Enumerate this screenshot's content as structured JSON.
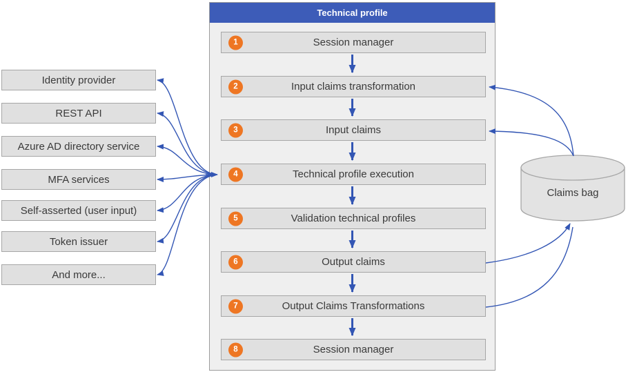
{
  "title": "Technical profile",
  "steps": [
    {
      "num": "1",
      "label": "Session manager"
    },
    {
      "num": "2",
      "label": "Input claims transformation"
    },
    {
      "num": "3",
      "label": "Input claims"
    },
    {
      "num": "4",
      "label": "Technical profile execution"
    },
    {
      "num": "5",
      "label": "Validation technical profiles"
    },
    {
      "num": "6",
      "label": "Output claims"
    },
    {
      "num": "7",
      "label": "Output Claims Transformations"
    },
    {
      "num": "8",
      "label": "Session manager"
    }
  ],
  "providers": [
    {
      "label": "Identity provider"
    },
    {
      "label": "REST API"
    },
    {
      "label": "Azure AD directory service"
    },
    {
      "label": "MFA services"
    },
    {
      "label": "Self-asserted (user input)"
    },
    {
      "label": "Token issuer"
    },
    {
      "label": "And more..."
    }
  ],
  "claims_bag": {
    "label": "Claims bag"
  },
  "colors": {
    "header_blue": "#3d5cb8",
    "arrow_blue": "#3356b4",
    "badge_orange": "#ee7623",
    "box_fill": "#e0e0e0",
    "box_border": "#a6a6a6",
    "panel_fill": "#efefef",
    "panel_border": "#9b9b9b",
    "text": "#3a3a3a",
    "header_text": "#ffffff",
    "cyl_fill": "#e3e3e3"
  }
}
